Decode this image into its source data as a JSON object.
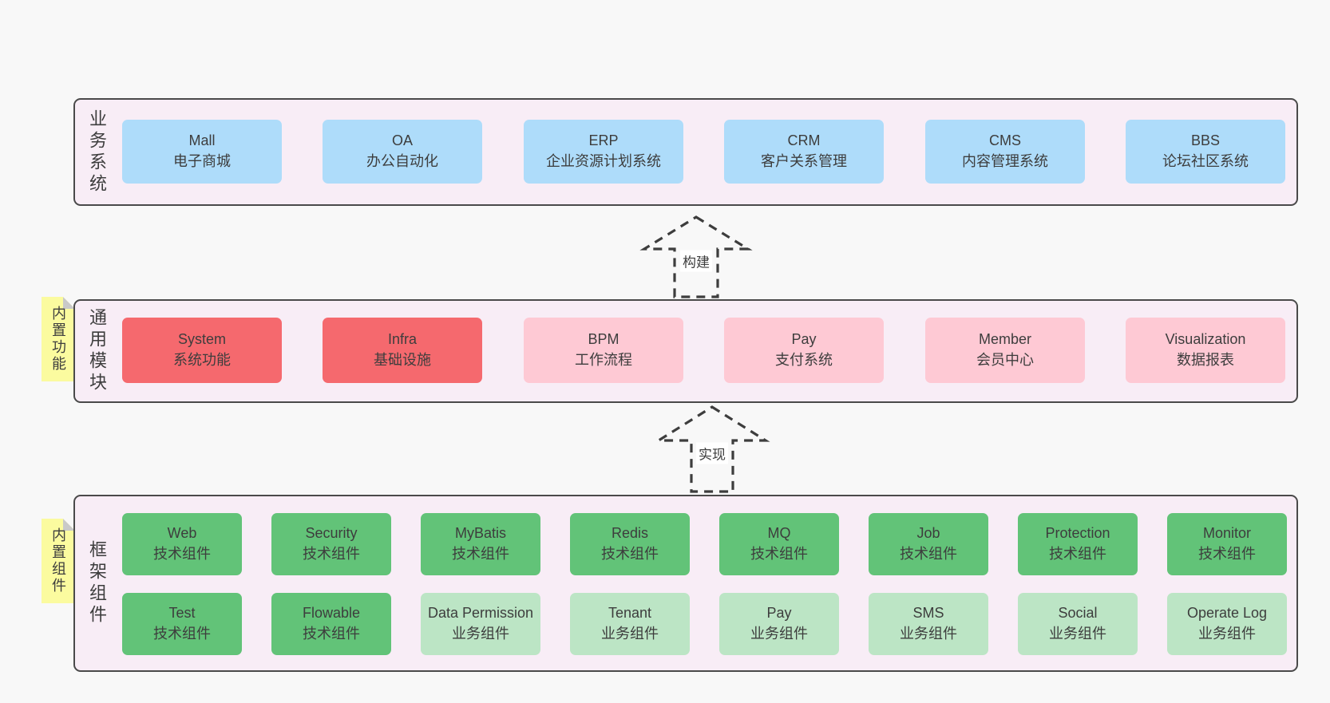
{
  "palette": {
    "page_bg": "#f8f8f8",
    "panel_bg": "#f8edf6",
    "panel_border": "#4a4a4a",
    "business_system_box": "#aedcfa",
    "core_module_box": "#f5696e",
    "optional_module_box": "#fec9d4",
    "tech_component_box": "#62c378",
    "biz_component_box": "#bce5c5",
    "note_bg": "#fbfb9f",
    "note_fold": "#c9c9c9",
    "text": "#3d3d3d"
  },
  "arrows": [
    {
      "label": "构建"
    },
    {
      "label": "实现"
    }
  ],
  "notes": [
    {
      "text": "内置功能"
    },
    {
      "text": "内置组件"
    }
  ],
  "sections": [
    {
      "label": "业务系统",
      "boxes": [
        {
          "en": "Mall",
          "zh": "电子商城"
        },
        {
          "en": "OA",
          "zh": "办公自动化"
        },
        {
          "en": "ERP",
          "zh": "企业资源计划系统"
        },
        {
          "en": "CRM",
          "zh": "客户关系管理"
        },
        {
          "en": "CMS",
          "zh": "内容管理系统"
        },
        {
          "en": "BBS",
          "zh": "论坛社区系统"
        }
      ]
    },
    {
      "label": "通用模块",
      "boxes": [
        {
          "en": "System",
          "zh": "系统功能"
        },
        {
          "en": "Infra",
          "zh": "基础设施"
        },
        {
          "en": "BPM",
          "zh": "工作流程"
        },
        {
          "en": "Pay",
          "zh": "支付系统"
        },
        {
          "en": "Member",
          "zh": "会员中心"
        },
        {
          "en": "Visualization",
          "zh": "数据报表"
        }
      ]
    },
    {
      "label": "框架组件",
      "boxes": [
        {
          "en": "Web",
          "zh": "技术组件"
        },
        {
          "en": "Security",
          "zh": "技术组件"
        },
        {
          "en": "MyBatis",
          "zh": "技术组件"
        },
        {
          "en": "Redis",
          "zh": "技术组件"
        },
        {
          "en": "MQ",
          "zh": "技术组件"
        },
        {
          "en": "Job",
          "zh": "技术组件"
        },
        {
          "en": "Protection",
          "zh": "技术组件"
        },
        {
          "en": "Monitor",
          "zh": "技术组件"
        },
        {
          "en": "Test",
          "zh": "技术组件"
        },
        {
          "en": "Flowable",
          "zh": "技术组件"
        },
        {
          "en": "Data Permission",
          "zh": "业务组件"
        },
        {
          "en": "Tenant",
          "zh": "业务组件"
        },
        {
          "en": "Pay",
          "zh": "业务组件"
        },
        {
          "en": "SMS",
          "zh": "业务组件"
        },
        {
          "en": "Social",
          "zh": "业务组件"
        },
        {
          "en": "Operate Log",
          "zh": "业务组件"
        }
      ]
    }
  ]
}
